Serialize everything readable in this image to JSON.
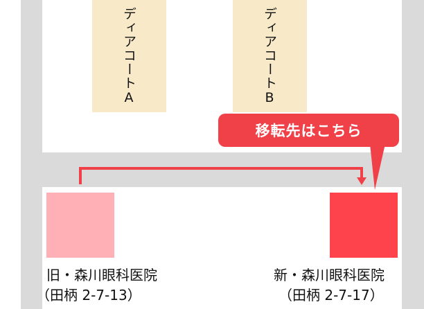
{
  "buildings": [
    {
      "id": "a",
      "label": "ディアコートA"
    },
    {
      "id": "b",
      "label": "ディアコートB"
    }
  ],
  "callout": {
    "text": "移転先はこちら"
  },
  "old_clinic": {
    "name": "旧・森川眼科医院",
    "address": "（田柄 2-7-13）"
  },
  "new_clinic": {
    "name": "新・森川眼科医院",
    "address": "（田柄 2-7-17）"
  },
  "colors": {
    "road": "#dadada",
    "building": "#f8e9c8",
    "old_site": "#ffb0b6",
    "new_site": "#ff434c",
    "accent": "#f04048"
  }
}
